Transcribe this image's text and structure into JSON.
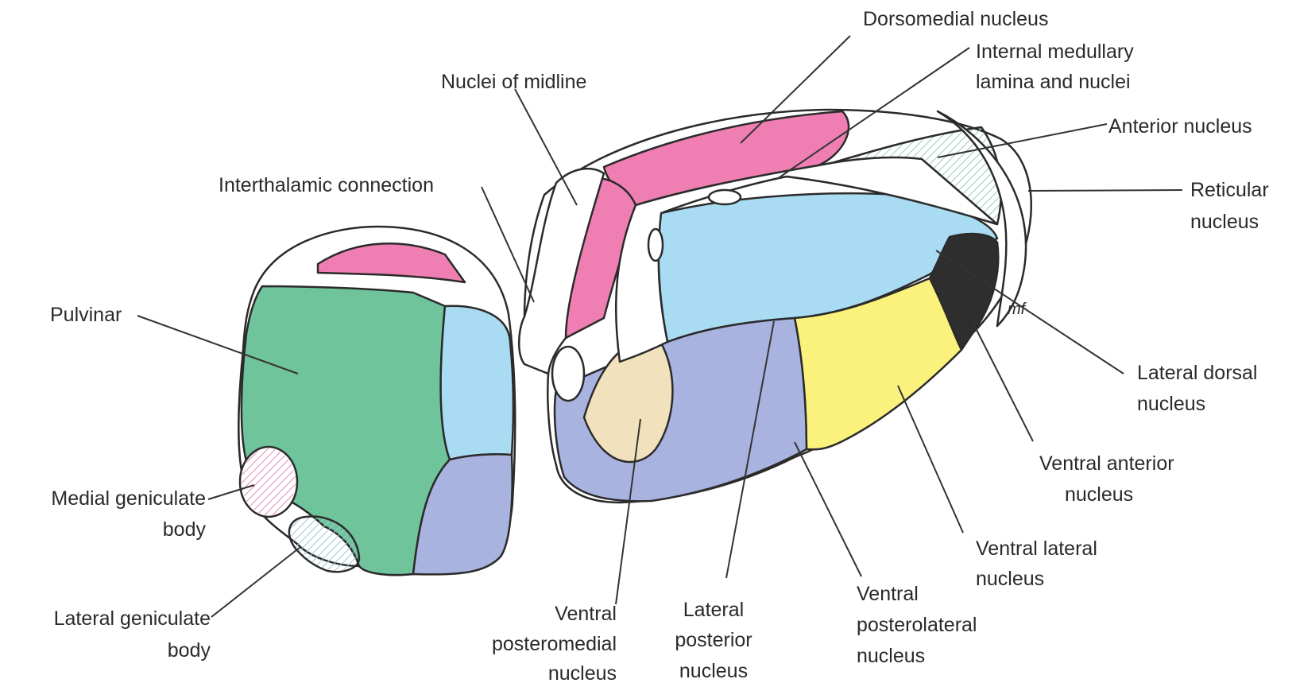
{
  "colors": {
    "pulvinar": "#6fc49b",
    "dorsomedial": "#ef7fb3",
    "lateral": "#a9dcf3",
    "ventral_posterior": "#a8b3df",
    "ventral_lateral": "#fbf17d",
    "lateral_dorsal": "#2e2e2e",
    "vpm": "#f1e2bd",
    "anterior_hatch": "#9cc9bd",
    "medial_geniculate_hatch": "#e58bb8",
    "lateral_geniculate_hatch": "#9ec7d8",
    "outline": "#2b2b2b"
  },
  "labels": {
    "dorsomedial": "Dorsomedial nucleus",
    "internal_medullary_1": "Internal medullary",
    "internal_medullary_2": "lamina and nuclei",
    "nuclei_midline": "Nuclei of midline",
    "anterior": "Anterior nucleus",
    "reticular_1": "Reticular",
    "reticular_2": "nucleus",
    "interthalamic": "Interthalamic connection",
    "pulvinar": "Pulvinar",
    "medial_geniculate_1": "Medial geniculate",
    "medial_geniculate_2": "body",
    "lateral_geniculate_1": "Lateral geniculate",
    "lateral_geniculate_2": "body",
    "lateral_dorsal_1": "Lateral dorsal",
    "lateral_dorsal_2": "nucleus",
    "ventral_anterior_1": "Ventral anterior",
    "ventral_anterior_2": "nucleus",
    "ventral_lateral_1": "Ventral lateral",
    "ventral_lateral_2": "nucleus",
    "vpl_1": "Ventral",
    "vpl_2": "posterolateral",
    "vpl_3": "nucleus",
    "lp_1": "Lateral",
    "lp_2": "posterior",
    "lp_3": "nucleus",
    "vpm_1": "Ventral",
    "vpm_2": "posteromedial",
    "vpm_3": "nucleus",
    "mf_mark": "mf"
  }
}
